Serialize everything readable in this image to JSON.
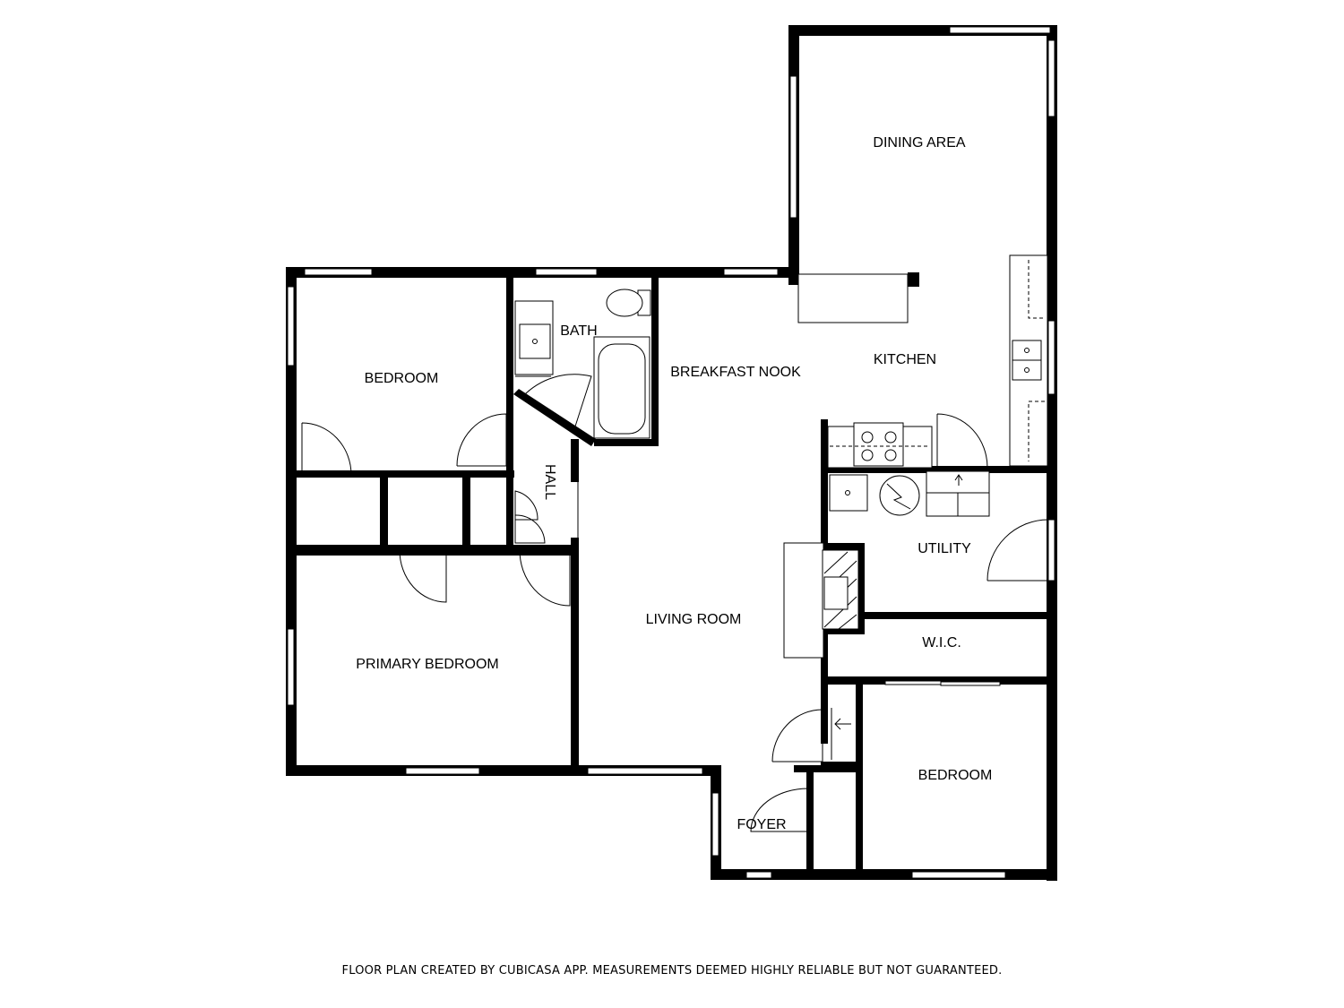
{
  "rooms": {
    "dining_area": "DINING AREA",
    "bedroom_nw": "BEDROOM",
    "bath": "BATH",
    "breakfast_nook": "BREAKFAST NOOK",
    "kitchen": "KITCHEN",
    "hall": "HALL",
    "utility": "UTILITY",
    "living_room": "LIVING ROOM",
    "wic": "W.I.C.",
    "primary_bedroom": "PRIMARY BEDROOM",
    "bedroom_se": "BEDROOM",
    "foyer": "FOYER"
  },
  "footer": "FLOOR PLAN CREATED BY CUBICASA APP. MEASUREMENTS DEEMED HIGHLY RELIABLE BUT NOT GUARANTEED.",
  "colors": {
    "wall": "#000000",
    "background": "#ffffff"
  }
}
